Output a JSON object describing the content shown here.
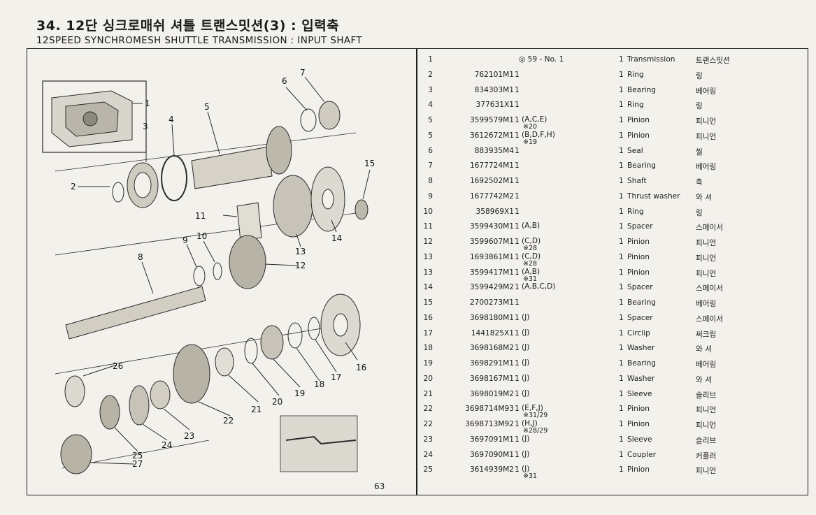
{
  "header": {
    "title_ko": "34. 12단 싱크로매쉬 셔틀 트랜스밋션(3) : 입력축",
    "title_en": "12SPEED SYNCHROMESH SHUTTLE TRANSMISSION : INPUT SHAFT"
  },
  "page_number": "63",
  "diagram": {
    "callouts": [
      "1",
      "2",
      "3",
      "4",
      "5",
      "6",
      "7",
      "8",
      "9",
      "10",
      "11",
      "12",
      "13",
      "14",
      "15",
      "16",
      "17",
      "18",
      "19",
      "20",
      "21",
      "22",
      "23",
      "24",
      "25",
      "26",
      "27"
    ]
  },
  "parts": [
    {
      "idx": "1",
      "part_no": "",
      "qty": "",
      "ref": "",
      "ref2": "",
      "note": "◎  59 - No. 1",
      "qty2": "1",
      "name": "Transmission",
      "name_ko": "트랜스밋션"
    },
    {
      "idx": "2",
      "part_no": "762101M1",
      "qty": "1",
      "ref": "",
      "ref2": "",
      "note": "",
      "qty2": "1",
      "name": "Ring",
      "name_ko": "링"
    },
    {
      "idx": "3",
      "part_no": "834303M1",
      "qty": "1",
      "ref": "",
      "ref2": "",
      "note": "",
      "qty2": "1",
      "name": "Bearing",
      "name_ko": "베어링"
    },
    {
      "idx": "4",
      "part_no": "377631X1",
      "qty": "1",
      "ref": "",
      "ref2": "",
      "note": "",
      "qty2": "1",
      "name": "Ring",
      "name_ko": "링"
    },
    {
      "idx": "5",
      "part_no": "3599579M1",
      "qty": "1",
      "ref": "(A,C,E)",
      "ref2": "※20",
      "note": "",
      "qty2": "1",
      "name": "Pinion",
      "name_ko": "피니언"
    },
    {
      "idx": "5",
      "part_no": "3612672M1",
      "qty": "1",
      "ref": "(B,D,F,H)",
      "ref2": "※19",
      "note": "",
      "qty2": "1",
      "name": "Pinion",
      "name_ko": "피니언"
    },
    {
      "idx": "6",
      "part_no": "883935M4",
      "qty": "1",
      "ref": "",
      "ref2": "",
      "note": "",
      "qty2": "1",
      "name": "Seal",
      "name_ko": "씰"
    },
    {
      "idx": "7",
      "part_no": "1677724M1",
      "qty": "1",
      "ref": "",
      "ref2": "",
      "note": "",
      "qty2": "1",
      "name": "Bearing",
      "name_ko": "베어링"
    },
    {
      "idx": "8",
      "part_no": "1692502M1",
      "qty": "1",
      "ref": "",
      "ref2": "",
      "note": "",
      "qty2": "1",
      "name": "Shaft",
      "name_ko": "축"
    },
    {
      "idx": "9",
      "part_no": "1677742M2",
      "qty": "1",
      "ref": "",
      "ref2": "",
      "note": "",
      "qty2": "1",
      "name": "Thrust washer",
      "name_ko": "와  셔"
    },
    {
      "idx": "10",
      "part_no": "358969X1",
      "qty": "1",
      "ref": "",
      "ref2": "",
      "note": "",
      "qty2": "1",
      "name": "Ring",
      "name_ko": "링"
    },
    {
      "idx": "11",
      "part_no": "3599430M1",
      "qty": "1",
      "ref": "(A,B)",
      "ref2": "",
      "note": "",
      "qty2": "1",
      "name": "Spacer",
      "name_ko": "스페이서"
    },
    {
      "idx": "12",
      "part_no": "3599607M1",
      "qty": "1",
      "ref": "(C,D)",
      "ref2": "※28",
      "note": "",
      "qty2": "1",
      "name": "Pinion",
      "name_ko": "피니언"
    },
    {
      "idx": "13",
      "part_no": "1693861M1",
      "qty": "1",
      "ref": "(C,D)",
      "ref2": "※28",
      "note": "",
      "qty2": "1",
      "name": "Pinion",
      "name_ko": "피니언"
    },
    {
      "idx": "13",
      "part_no": "3599417M1",
      "qty": "1",
      "ref": "(A,B)",
      "ref2": "※31",
      "note": "",
      "qty2": "1",
      "name": "Pinion",
      "name_ko": "피니언"
    },
    {
      "idx": "14",
      "part_no": "3599429M2",
      "qty": "1",
      "ref": "(A,B,C,D)",
      "ref2": "",
      "note": "",
      "qty2": "1",
      "name": "Spacer",
      "name_ko": "스페이서"
    },
    {
      "idx": "15",
      "part_no": "2700273M1",
      "qty": "1",
      "ref": "",
      "ref2": "",
      "note": "",
      "qty2": "1",
      "name": "Bearing",
      "name_ko": "베어링"
    },
    {
      "idx": "16",
      "part_no": "3698180M1",
      "qty": "1",
      "ref": "(J)",
      "ref2": "",
      "note": "",
      "qty2": "1",
      "name": "Spacer",
      "name_ko": "스페이서"
    },
    {
      "idx": "17",
      "part_no": "1441825X1",
      "qty": "1",
      "ref": "(J)",
      "ref2": "",
      "note": "",
      "qty2": "1",
      "name": "Circlip",
      "name_ko": "써크립"
    },
    {
      "idx": "18",
      "part_no": "3698168M2",
      "qty": "1",
      "ref": "(J)",
      "ref2": "",
      "note": "",
      "qty2": "1",
      "name": "Washer",
      "name_ko": "와  셔"
    },
    {
      "idx": "19",
      "part_no": "3698291M1",
      "qty": "1",
      "ref": "(J)",
      "ref2": "",
      "note": "",
      "qty2": "1",
      "name": "Bearing",
      "name_ko": "베어링"
    },
    {
      "idx": "20",
      "part_no": "3698167M1",
      "qty": "1",
      "ref": "(J)",
      "ref2": "",
      "note": "",
      "qty2": "1",
      "name": "Washer",
      "name_ko": "와  셔"
    },
    {
      "idx": "21",
      "part_no": "3698019M2",
      "qty": "1",
      "ref": "(J)",
      "ref2": "",
      "note": "",
      "qty2": "1",
      "name": "Sleeve",
      "name_ko": "슬리브"
    },
    {
      "idx": "22",
      "part_no": "3698714M93",
      "qty": "1",
      "ref": "(E,F,J)",
      "ref2": "※31/29",
      "note": "",
      "qty2": "1",
      "name": "Pinion",
      "name_ko": "피니언"
    },
    {
      "idx": "22",
      "part_no": "3698713M92",
      "qty": "1",
      "ref": "(H,J)",
      "ref2": "※28/29",
      "note": "",
      "qty2": "1",
      "name": "Pinion",
      "name_ko": "피니언"
    },
    {
      "idx": "23",
      "part_no": "3697091M1",
      "qty": "1",
      "ref": "(J)",
      "ref2": "",
      "note": "",
      "qty2": "1",
      "name": "Sleeve",
      "name_ko": "슬리브"
    },
    {
      "idx": "24",
      "part_no": "3697090M1",
      "qty": "1",
      "ref": "(J)",
      "ref2": "",
      "note": "",
      "qty2": "1",
      "name": "Coupler",
      "name_ko": "커플러"
    },
    {
      "idx": "25",
      "part_no": "3614939M2",
      "qty": "1",
      "ref": "(J)",
      "ref2": "※31",
      "note": "",
      "qty2": "1",
      "name": "Pinion",
      "name_ko": "피니언"
    }
  ]
}
